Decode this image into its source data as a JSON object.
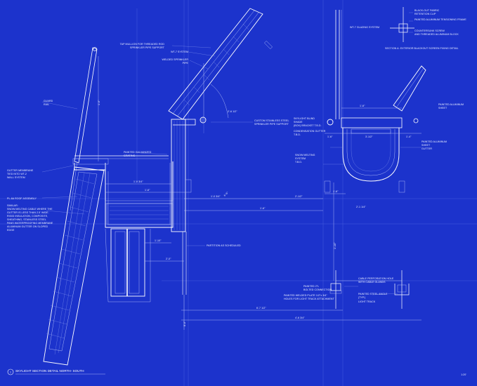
{
  "title_block": {
    "number": "1",
    "title": "SKYLIGHT SECTION DETAIL NORTH- SOUTH",
    "sheet_ref": "1:20'"
  },
  "labels": {
    "guard_rail": [
      "GUARD",
      "RAIL"
    ],
    "tap_mullion": [
      "TAP MULLION FOR THREADED ROD",
      "SPRINKLER PIPE SUPPORT"
    ],
    "wt7_system": "WT-7 SYSTEM",
    "welded_sprinkler": [
      "WELDED SPRINKLER",
      "PIPE"
    ],
    "custom_steel": [
      "CUSTOM STAINLESS STEEL",
      "SPRINKLER PIPE SUPPORT"
    ],
    "painted_galv": [
      "PAINTED GALVANIZED",
      "GRATING"
    ],
    "gutter_membrane": [
      "GUTTER MEMBRANE",
      "TIED INTO WT-2",
      "WALL SYSTEM"
    ],
    "pl_roof": "PL-6A ROOF ASSEMBLY",
    "similar": [
      "SIMILAR:",
      "SNOW MELTING CABLE WHERE THE",
      "GUTTER IS LESS THAN 2.5' WIDE.",
      "RIGID INSULATION, COMPOSITE,",
      "SHEATHING, STAINLESS STEEL",
      "PANS WATERPROOFING MEMBRANE",
      "ALUMINUM GUTTER ON SLOPED",
      "EDGE"
    ],
    "partition": "PARTITION AS SCHEDULED",
    "wt7_glazing": "WT-7 GLAZING SYSTEM",
    "blackout_fabric": [
      "BLACK-OUT FABRIC",
      "RETENTION CLIP",
      "PAINTED ALUMINUM TENSIONING FRAME",
      "COUNTERSUNK SCREW",
      "AND THREADED ALUMINUM BLOCK"
    ],
    "section_a": "SECTION A: EXTERIOR BLACKOUT SCREEN FIXING DETAIL",
    "painted_alum_sheet": [
      "PAINTED ALUMINUM",
      "SHEET"
    ],
    "skylight_blind": [
      "SKYLIGHT BLIND",
      "SHADE",
      "(BOX) BRACKET T.B.D."
    ],
    "condensation_gutter": [
      "CONDENSATION GUTTER",
      "T.B.D."
    ],
    "painted_alum_gutter": [
      "PAINTED ALUMINUM",
      "SHEET",
      "GUTTER"
    ],
    "snow_melting": [
      "SNOW MELTING",
      "SYSTEM",
      "T.B.D."
    ],
    "cable_perf": [
      "CABLE PERFORATION HOLE",
      "WITH CABLE GLANDS"
    ],
    "painted_2l": [
      "PAINTED 2\"L",
      "BOLTED CONNECTION"
    ],
    "painted_angle": [
      "PAINTED STEEL ANGLE",
      "(TYP.)"
    ],
    "welded_plate": [
      "PAINTED WELDED PLATE 1/2\"x 3/4\"",
      "HOLES FOR LIGHT TRACK ATTACHMENT"
    ],
    "light_track": "LIGHT TRACK"
  },
  "dimensions": {
    "d1": "1'-0\"",
    "d2": "1'-0 3/4\"",
    "d3": "1'-6\"",
    "d4": "1'-0 3/4\"",
    "d5": "1'-10\"",
    "d6": "2'-0\"",
    "d7": "1'-6\"",
    "d8": "2'-1/2\"",
    "d9": "1'-10\"",
    "d10": "2'-1 1/4\"",
    "d11": "6'-7 1/2\"",
    "d12": "4'-6 3/4\"",
    "d13": "6'-6\"",
    "d14": "1'-6\"",
    "d15": "1'-6\"",
    "d16": "3'-1/2\"",
    "d17": "1'-4\"",
    "d18": "8'-0\"",
    "d19": "1'-6\"",
    "d20": "2'-6 1/2\""
  },
  "colors": {
    "background": "#1c33cc",
    "linework": "#ffffff"
  }
}
